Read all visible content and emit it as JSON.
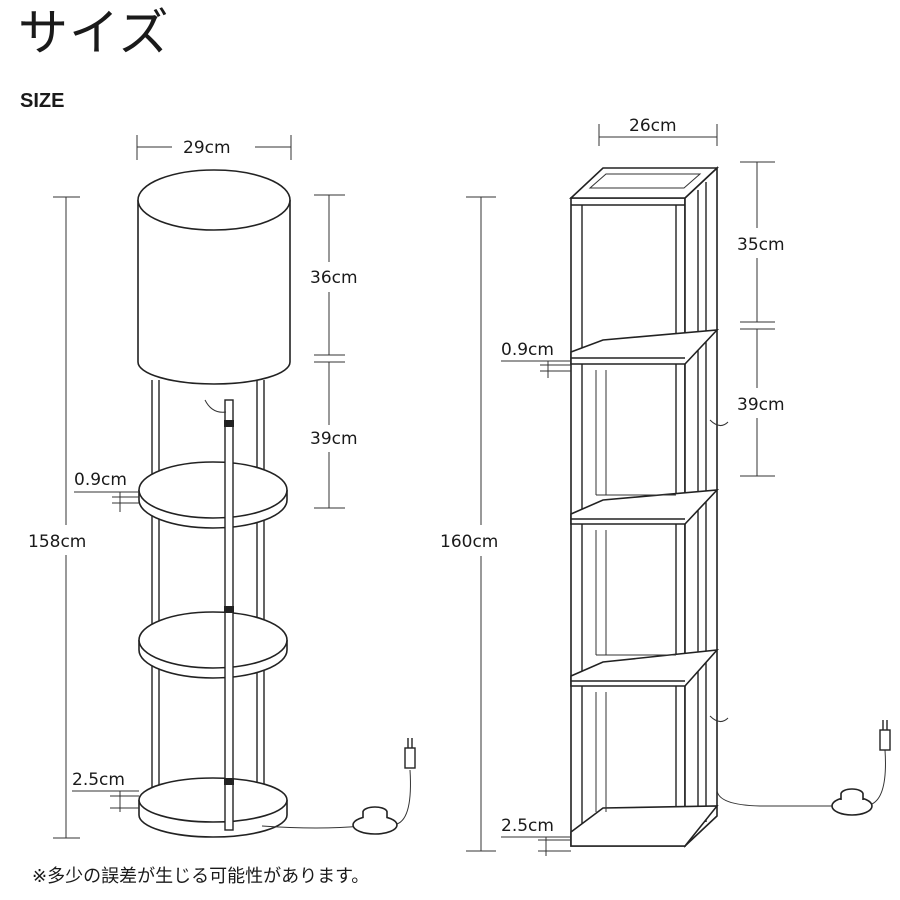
{
  "title_ja": "サイズ",
  "title_en": "SIZE",
  "note": "※多少の誤差が生じる可能性があります。",
  "round_lamp": {
    "width": "29cm",
    "shade_height": "36cm",
    "upper_section": "39cm",
    "shelf_thickness": "0.9cm",
    "total_height": "158cm",
    "base_thickness": "2.5cm"
  },
  "square_lamp": {
    "width": "26cm",
    "top_section": "35cm",
    "upper_section": "39cm",
    "shelf_thickness": "0.9cm",
    "total_height": "160cm",
    "base_thickness": "2.5cm"
  }
}
